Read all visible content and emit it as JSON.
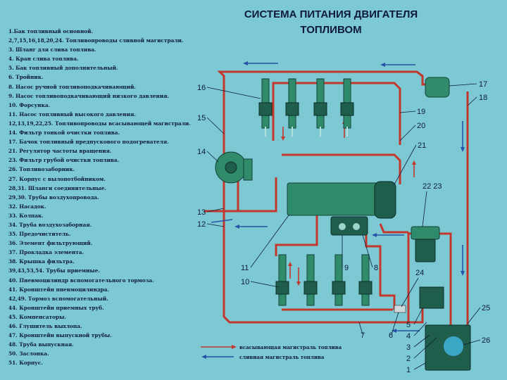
{
  "title": {
    "line1": "СИСТЕМА ПИТАНИЯ ДВИГАТЕЛЯ",
    "line2": "ТОПЛИВОМ"
  },
  "legend_items": [
    "1.Бак топливный основной.",
    "2,7,15,16,18,20,24. Топливопроводы сливной магистрали.",
    "3. Шланг для слива топлива.",
    "4. Кран слива топлива.",
    "5. Бак топливный дополнительный.",
    "6. Тройник.",
    "8. Насос ручной топливоподкачивающий.",
    "9. Насос топливоподкачивающий низкого давления.",
    "10. Форсунка.",
    "11. Насос топливный высокого давления.",
    "12,13,19,22,25. Топливопроводы всасывающей магистрали.",
    "14. Фильтр тонкой очистки топлива.",
    "17. Бачок топливный предпускового подогревателя.",
    "21. Регулятор частоты вращения.",
    "23. Фильтр грубой очистки топлива.",
    "26. Топливозаборник.",
    "27. Корпус с вылопотбойником.",
    "28,31. Шланги соединительные.",
    "29,30. Трубы воздухопровода.",
    "32. Насадок.",
    "33. Колпак.",
    "34. Труба воздухозаборная.",
    "35. Предочиститель.",
    "36. Элемент фильтрующий.",
    "37. Прокладка элемента.",
    "38. Крышка фильтра.",
    "39,43,53,54. Трубы приемные.",
    "40. Пневмоцилиндр вспомогательного тормоза.",
    "41. Кронштейн пневмоцилиндра.",
    "42,49. Тормоз вспомогательный.",
    "44. Кронштейн приемных труб.",
    "45. Компенсаторы.",
    "46. Глушитель выхлопа.",
    "47. Кронштейн выпускной трубы.",
    "48. Труба выпускная.",
    "50. Заслонка.",
    "51. Корпус."
  ],
  "callouts": {
    "n16": "16",
    "n15": "15",
    "n14": "14",
    "n13": "13",
    "n12": "12",
    "n11": "11",
    "n10": "10",
    "n17": "17",
    "n18": "18",
    "n19": "19",
    "n20": "20",
    "n21": "21",
    "n2223": "22 23",
    "n9": "9",
    "n8": "8",
    "n24": "24",
    "n25": "25",
    "n26": "26",
    "n7": "7",
    "n6": "6",
    "n5": "5",
    "n4": "4",
    "n3": "3",
    "n2": "2",
    "n1": "1"
  },
  "flow_legend": {
    "suction": "всасывающая магистраль топлива",
    "return": "сливная магистраль топлива"
  },
  "colors": {
    "background": "#7cc9d4",
    "suction_line": "#c3362c",
    "return_line": "#2853a8",
    "component": "#2f8b6a"
  }
}
